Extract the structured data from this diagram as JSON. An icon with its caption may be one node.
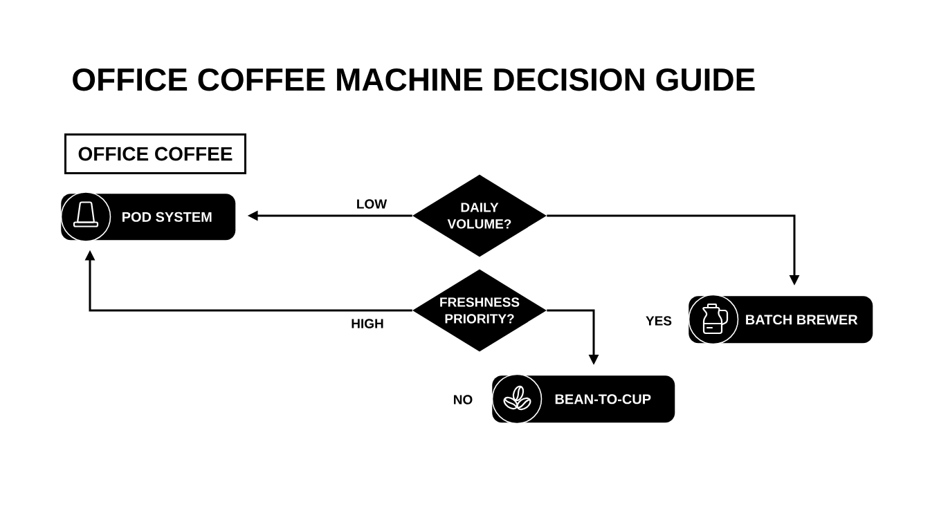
{
  "diagram": {
    "title": "OFFICE COFFEE MACHINE DECISION GUIDE",
    "nodes": [
      {
        "text": [
          "OFFICE COFFEE"
        ]
      },
      {
        "text": [
          "POD SYSTEM"
        ]
      },
      {
        "text": [
          "DAILY VOLUME?"
        ]
      },
      {
        "text": [
          "FRESHNESS PRIORITY?"
        ]
      },
      {
        "text": [
          "BATCH BREWER"
        ],
        "beside": [
          "YES"
        ]
      },
      {
        "text": [
          "BEAN-TO-CUP"
        ],
        "beside": [
          "NO"
        ]
      }
    ],
    "edges": [
      {
        "from": 2,
        "to": 1,
        "arrow": "to",
        "label": "LOW"
      },
      {
        "from": 2,
        "to": 4,
        "arrow": "to"
      },
      {
        "from": 3,
        "to": 1,
        "arrow": "to",
        "label": "HIGH"
      },
      {
        "from": 3,
        "to": 5,
        "arrow": "to"
      }
    ]
  }
}
